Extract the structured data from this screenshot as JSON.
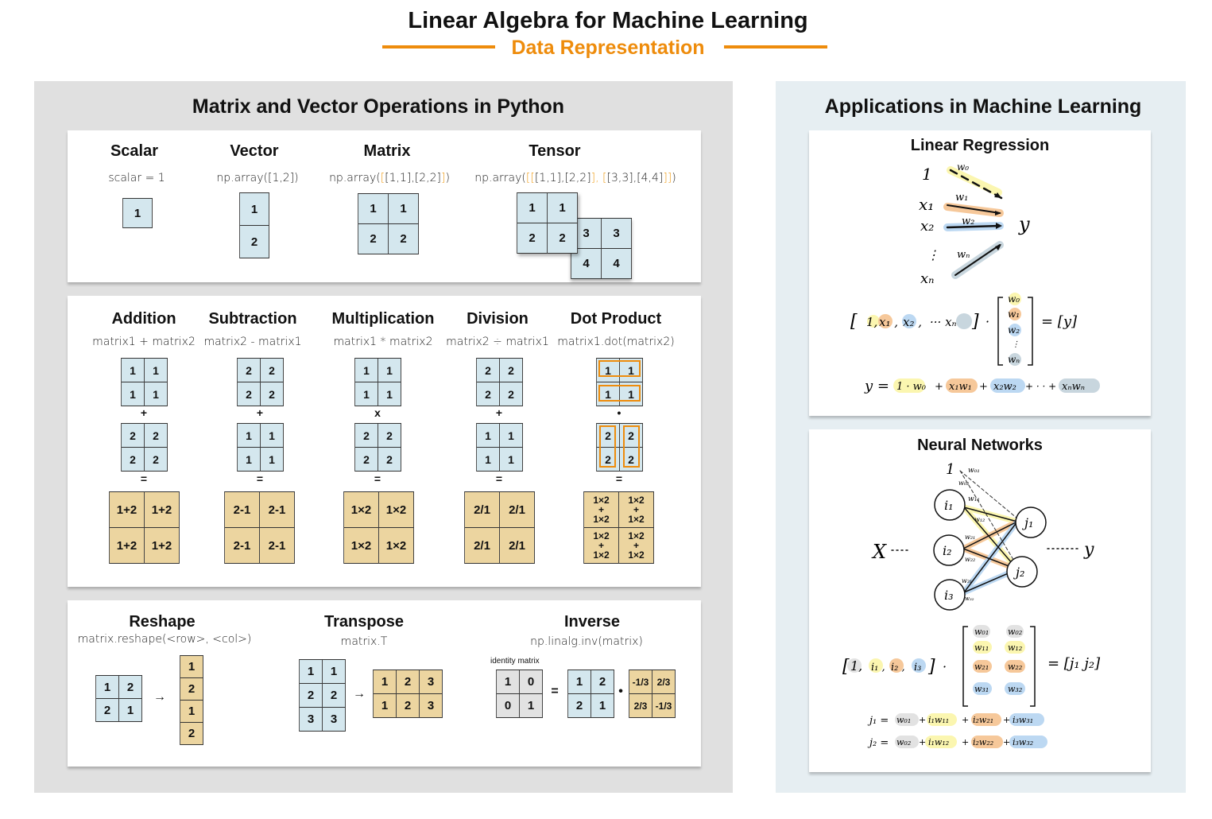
{
  "header": {
    "title": "Linear Algebra for Machine Learning",
    "subtitle": "Data Representation"
  },
  "left": {
    "title": "Matrix and Vector Operations in Python",
    "types": [
      {
        "name": "Scalar",
        "code": "scalar = 1",
        "matrix": [
          [
            "1"
          ]
        ]
      },
      {
        "name": "Vector",
        "code": "np.array([1,2])",
        "matrix": [
          [
            "1"
          ],
          [
            "2"
          ]
        ]
      },
      {
        "name": "Matrix",
        "code_pre": "np.array(",
        "code_o1": "[",
        "code_mid": "[1,1],[2,2]",
        "code_o2": "]",
        "code_post": ")",
        "matrix": [
          [
            "1",
            "1"
          ],
          [
            "2",
            "2"
          ]
        ]
      },
      {
        "name": "Tensor",
        "code_pre": "np.array(",
        "code_o1": "[[",
        "code_mid": "[1,1],[2,2]",
        "code_o2": "],",
        "code_mid2": "  [",
        "code_mid3": "[3,3],[4,4]",
        "code_o3": "]]",
        "code_post": ")",
        "matrix_front": [
          [
            "1",
            "1"
          ],
          [
            "2",
            "2"
          ]
        ],
        "matrix_back": [
          [
            "3",
            "3"
          ],
          [
            "4",
            "4"
          ]
        ]
      }
    ],
    "operations": [
      {
        "name": "Addition",
        "code": "matrix1 + matrix2",
        "a": [
          [
            "1",
            "1"
          ],
          [
            "1",
            "1"
          ]
        ],
        "op": "+",
        "b": [
          [
            "2",
            "2"
          ],
          [
            "2",
            "2"
          ]
        ],
        "eq": "=",
        "result": [
          [
            "1+2",
            "1+2"
          ],
          [
            "1+2",
            "1+2"
          ]
        ]
      },
      {
        "name": "Subtraction",
        "code": "matrix2 - matrix1",
        "a": [
          [
            "2",
            "2"
          ],
          [
            "2",
            "2"
          ]
        ],
        "op": "+",
        "b": [
          [
            "1",
            "1"
          ],
          [
            "1",
            "1"
          ]
        ],
        "eq": "=",
        "result": [
          [
            "2-1",
            "2-1"
          ],
          [
            "2-1",
            "2-1"
          ]
        ]
      },
      {
        "name": "Multiplication",
        "code": "matrix1 * matrix2",
        "a": [
          [
            "1",
            "1"
          ],
          [
            "1",
            "1"
          ]
        ],
        "op": "x",
        "b": [
          [
            "2",
            "2"
          ],
          [
            "2",
            "2"
          ]
        ],
        "eq": "=",
        "result": [
          [
            "1×2",
            "1×2"
          ],
          [
            "1×2",
            "1×2"
          ]
        ]
      },
      {
        "name": "Division",
        "code": "matrix2 ÷ matrix1",
        "a": [
          [
            "2",
            "2"
          ],
          [
            "2",
            "2"
          ]
        ],
        "op": "+",
        "b": [
          [
            "1",
            "1"
          ],
          [
            "1",
            "1"
          ]
        ],
        "eq": "=",
        "result": [
          [
            "2/1",
            "2/1"
          ],
          [
            "2/1",
            "2/1"
          ]
        ]
      },
      {
        "name": "Dot Product",
        "code": "matrix1.dot(matrix2)",
        "a": [
          [
            "1",
            "1"
          ],
          [
            "1",
            "1"
          ]
        ],
        "op": "•",
        "b": [
          [
            "2",
            "2"
          ],
          [
            "2",
            "2"
          ]
        ],
        "eq": "=",
        "result": [
          [
            "1×2\n+\n1×2",
            "1×2\n+\n1×2"
          ],
          [
            "1×2\n+\n1×2",
            "1×2\n+\n1×2"
          ]
        ]
      }
    ],
    "transforms": [
      {
        "name": "Reshape",
        "code": "matrix.reshape(<row>, <col>)",
        "input": [
          [
            "1",
            "2"
          ],
          [
            "2",
            "1"
          ]
        ],
        "arrow": "→",
        "output": [
          [
            "1"
          ],
          [
            "2"
          ],
          [
            "1"
          ],
          [
            "2"
          ]
        ]
      },
      {
        "name": "Transpose",
        "code": "matrix.T",
        "input": [
          [
            "1",
            "1"
          ],
          [
            "2",
            "2"
          ],
          [
            "3",
            "3"
          ]
        ],
        "arrow": "→",
        "output": [
          [
            "1",
            "2",
            "3"
          ],
          [
            "1",
            "2",
            "3"
          ]
        ]
      },
      {
        "name": "Inverse",
        "code": "np.linalg.inv(matrix)",
        "identity_label": "identity matrix",
        "identity": [
          [
            "1",
            "0"
          ],
          [
            "0",
            "1"
          ]
        ],
        "eq": "=",
        "input": [
          [
            "1",
            "2"
          ],
          [
            "2",
            "1"
          ]
        ],
        "dot": "•",
        "output": [
          [
            "-1/3",
            "2/3"
          ],
          [
            "2/3",
            "-1/3"
          ]
        ]
      }
    ]
  },
  "right": {
    "title": "Applications in Machine Learning",
    "lr": {
      "title": "Linear Regression",
      "inputs": [
        "1",
        "x₁",
        "x₂",
        "⋮",
        "xₙ"
      ],
      "weights": [
        "w₀",
        "w₁",
        "w₂",
        "wₙ"
      ],
      "output": "y",
      "row_vec": [
        "1,",
        "x₁ ,",
        "x₂ ,",
        "··· xₙ"
      ],
      "dot": "·",
      "col_vec": [
        "w₀",
        "w₁",
        "w₂",
        "⋮",
        "wₙ"
      ],
      "eq_result": "= [y]",
      "eq_lhs": "y =",
      "eq_terms": [
        "1 · w₀",
        "+",
        "x₁w₁",
        "+",
        "x₂w₂",
        "+ · ·  +",
        "xₙwₙ"
      ]
    },
    "nn": {
      "title": "Neural Networks",
      "bias": "1",
      "inputs": [
        "i₁",
        "i₂",
        "i₃"
      ],
      "hidden": [
        "j₁",
        "j₂"
      ],
      "x": "X",
      "y": "y",
      "edge_labels": [
        "w₀₁",
        "w₀₂",
        "w₁₁",
        "w₁₂",
        "w₂₁",
        "w₂₂",
        "w₃₁",
        "w₃₂"
      ],
      "row_vec": [
        "1,",
        "i₁ ,",
        "i₂ ,",
        "i₃"
      ],
      "dot": "·",
      "w_matrix": [
        [
          "w₀₁",
          "w₀₂"
        ],
        [
          "w₁₁",
          "w₁₂"
        ],
        [
          "w₂₁",
          "w₂₂"
        ],
        [
          "w₃₁",
          "w₃₂"
        ]
      ],
      "eq_result": "= [j₁ j₂]",
      "eq1": [
        "j₁ =",
        "w₀₁",
        "+",
        "i₁w₁₁",
        "+",
        "i₂w₂₁",
        "+",
        "i₃w₃₁"
      ],
      "eq2": [
        "j₂ =",
        "w₀₂",
        "+",
        "i₁w₁₂",
        "+",
        "i₂w₂₂",
        "+",
        "i₃w₃₂"
      ]
    }
  },
  "colors": {
    "accent": "#ee8c0c",
    "blue": "#d4e7ee",
    "tan": "#ecd5a0",
    "grey": "#e2e2e2",
    "hl_yellow": "#fbf6b0",
    "hl_orange": "#f6c89a",
    "hl_blue": "#bcd8f2",
    "hl_slate": "#c8d6de"
  }
}
